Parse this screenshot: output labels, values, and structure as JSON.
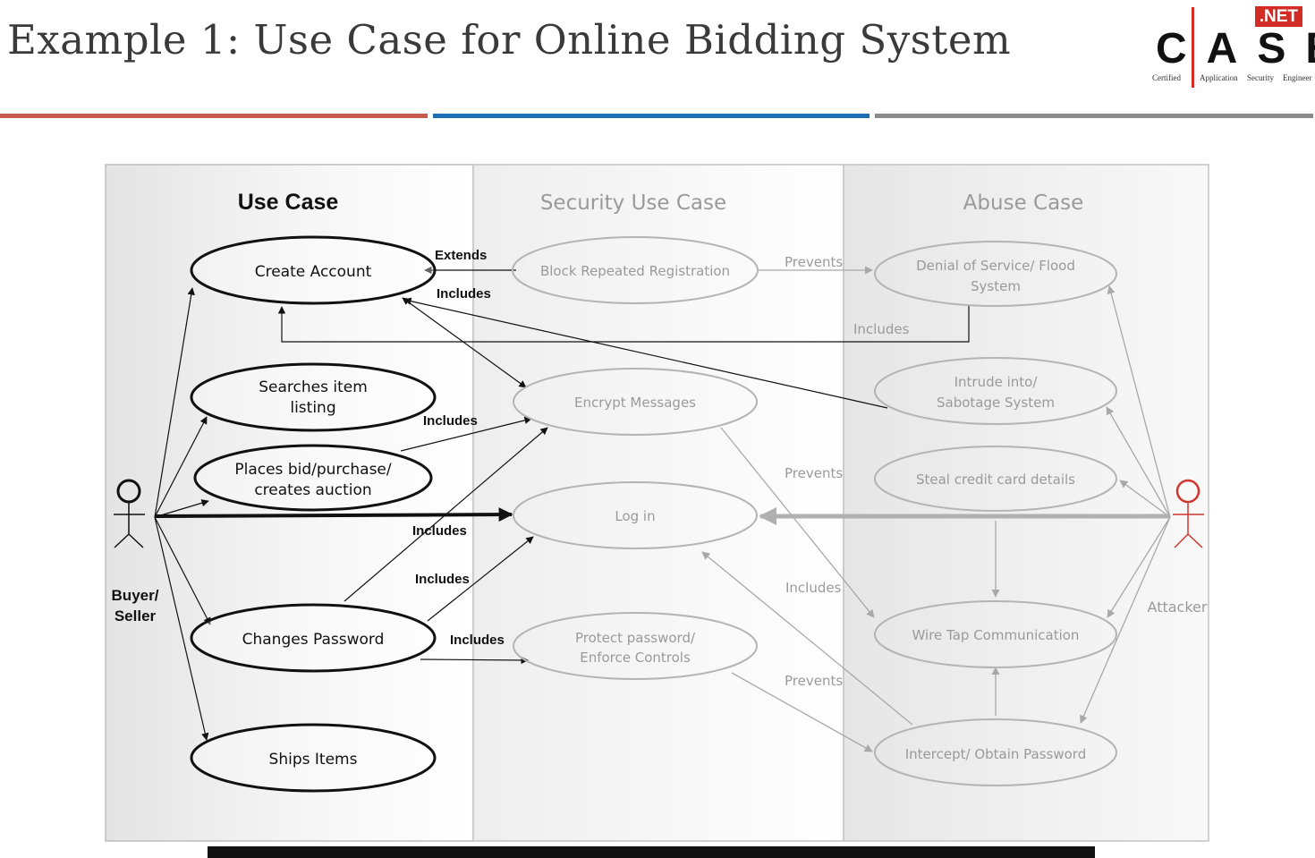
{
  "slide": {
    "title": "Example 1: Use Case for Online Bidding System"
  },
  "logo": {
    "badge": ".NET",
    "word": "CASE",
    "subtitle": [
      "Certified",
      "Application",
      "Security",
      "Engineer"
    ]
  },
  "colors": {
    "rule_red": "#c95a4f",
    "rule_blue": "#1f6fb6",
    "rule_gray": "#8a8a8a",
    "ink": "#111111",
    "faded": "#9a9a9a",
    "attacker": "#d0352e"
  },
  "columns": {
    "use_case": "Use Case",
    "security": "Security Use Case",
    "abuse": "Abuse Case"
  },
  "actors": {
    "user": [
      "Buyer/",
      "Seller"
    ],
    "attacker": "Attacker"
  },
  "use_cases": {
    "create_account": [
      "Create Account"
    ],
    "search": [
      "Searches item",
      "listing"
    ],
    "bid": [
      "Places bid/purchase/",
      "creates auction"
    ],
    "change_pw": [
      "Changes Password"
    ],
    "ship": [
      "Ships Items"
    ]
  },
  "security_cases": {
    "block": [
      "Block Repeated Registration"
    ],
    "encrypt": [
      "Encrypt Messages"
    ],
    "login": [
      "Log in"
    ],
    "protect": [
      "Protect password/",
      "Enforce Controls"
    ]
  },
  "abuse_cases": {
    "dos": [
      "Denial of Service/ Flood",
      "System"
    ],
    "intrude": [
      "Intrude into/",
      "Sabotage System"
    ],
    "steal": [
      "Steal credit card details"
    ],
    "wiretap": [
      "Wire Tap Communication"
    ],
    "intercept": [
      "Intercept/ Obtain Password"
    ]
  },
  "relations": {
    "extends": "Extends",
    "includes": "Includes",
    "prevents": "Prevents"
  }
}
